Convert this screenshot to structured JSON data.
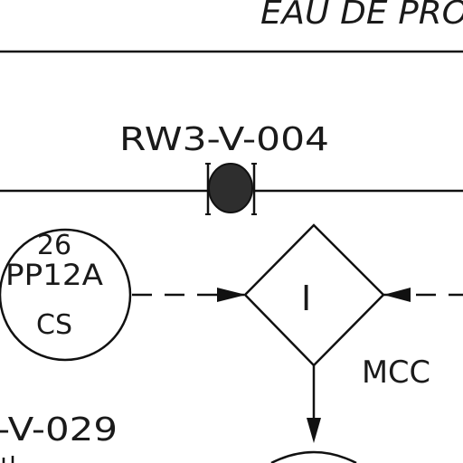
{
  "header": {
    "title_fragment": "EAU DE PRO"
  },
  "valve_main": {
    "tag": "RW3-V-004"
  },
  "instrument": {
    "line1": "26",
    "line2": "PP12A",
    "line3": "CS"
  },
  "interlock": {
    "symbol": "I",
    "label": "MCC"
  },
  "valve_lower": {
    "tag": "-V-029"
  },
  "colors": {
    "ink": "#111111",
    "valve_fill": "#2e2e2e",
    "background": "#ffffff"
  }
}
